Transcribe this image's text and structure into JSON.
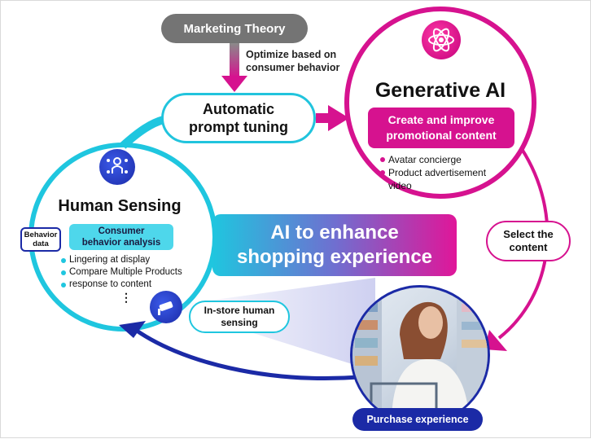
{
  "marketing_theory": "Marketing Theory",
  "optimize_note": [
    "Optimize based on",
    "consumer behavior"
  ],
  "automatic_prompt_tuning": [
    "Automatic",
    "prompt tuning"
  ],
  "generative_ai": {
    "title": "Generative AI",
    "box": [
      "Create and improve",
      "promotional content"
    ],
    "bullets": [
      "Avatar concierge",
      "Product advertisement video"
    ]
  },
  "human_sensing": {
    "title": "Human Sensing",
    "box": [
      "Consumer",
      "behavior analysis"
    ],
    "behavior_data": [
      "Behavior",
      "data"
    ],
    "bullets": [
      "Lingering at display",
      "Compare Multiple Products",
      "response to content"
    ],
    "ellipsis": "⋮"
  },
  "center": [
    "AI to enhance",
    "shopping experience"
  ],
  "select_content": [
    "Select the",
    "content"
  ],
  "instore": [
    "In-store human",
    "sensing"
  ],
  "purchase_experience": "Purchase experience",
  "icons": {
    "atom": "atom-icon",
    "person": "person-network-icon",
    "camera": "security-camera-icon"
  },
  "colors": {
    "cyan": "#1fc6df",
    "magenta": "#d6128f",
    "navy": "#1b2aa6",
    "gray": "#747474"
  }
}
